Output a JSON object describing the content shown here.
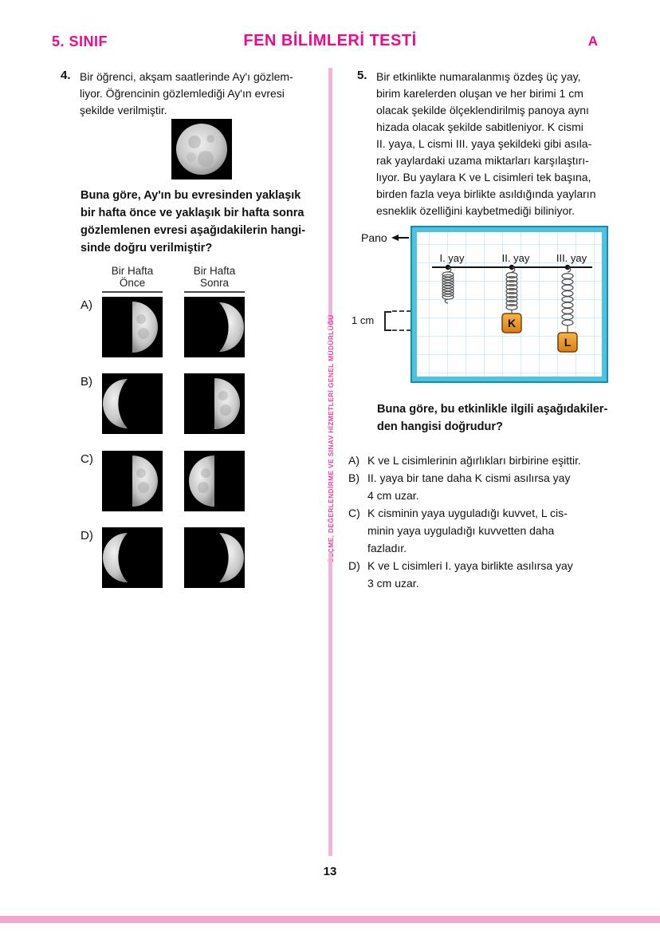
{
  "header": {
    "grade": "5. SINIF",
    "title": "FEN BİLİMLERİ TESTİ",
    "booklet": "A"
  },
  "banner": {
    "text": "ÖLÇME, DEĞERLENDİRME VE SINAV HİZMETLERİ GENEL MÜDÜRLÜĞÜ"
  },
  "footer": {
    "page_number": "13"
  },
  "q4": {
    "number": "4.",
    "text": "Bir öğrenci, akşam saatlerinde Ay'ı gözlem-\nliyor. Öğrencinin gözlemlediği Ay'ın evresi\nşekilde verilmiştir.",
    "given_phase": "full-moon",
    "question": "Buna göre, Ay'ın bu evresinden yaklaşık\nbir hafta önce ve yaklaşık bir hafta sonra\ngözlemlenen evresi aşağıdakilerin hangi-\nsinde doğru verilmiştir?",
    "col_before": "Bir Hafta\nÖnce",
    "col_after": "Bir Hafta\nSonra",
    "options": [
      {
        "label": "A)",
        "before": "first-quarter-lit-right",
        "after": "crescent-lit-right"
      },
      {
        "label": "B)",
        "before": "crescent-lit-left",
        "after": "first-quarter-lit-right"
      },
      {
        "label": "C)",
        "before": "first-quarter-lit-right",
        "after": "last-quarter-lit-left"
      },
      {
        "label": "D)",
        "before": "crescent-lit-left",
        "after": "crescent-lit-right"
      }
    ]
  },
  "q5": {
    "number": "5.",
    "text": "Bir etkinlikte numaralanmış özdeş üç yay,\nbirim karelerden oluşan ve her birimi 1 cm\nolacak şekilde ölçeklendirilmiş panoya aynı\nhizada olacak şekilde sabitleniyor. K cismi\nII. yaya, L cismi III. yaya şekildeki gibi asıla-\nrak yaylardaki uzama miktarları karşılaştırı-\nlıyor. Bu yaylara K ve L cisimleri tek başına,\nbirden fazla veya birlikte asıldığında yayların\nesneklik özelliğini kaybetmediği biliniyor.",
    "diagram": {
      "board_label": "Pano",
      "unit_label": "1 cm",
      "spring1_label": "I. yay",
      "spring2_label": "II. yay",
      "spring3_label": "III. yay",
      "object_k": "K",
      "object_l": "L"
    },
    "question": "Buna göre, bu etkinlikle ilgili aşağıdakiler-\nden hangisi doğrudur?",
    "options": [
      {
        "label": "A)",
        "text": "K ve L cisimlerinin ağırlıkları birbirine eşittir."
      },
      {
        "label": "B)",
        "text": "II. yaya bir tane daha K cismi asılırsa yay\n4 cm uzar."
      },
      {
        "label": "C)",
        "text": "K cisminin yaya uyguladığı kuvvet, L cis-\nminin yaya uyguladığı kuvvetten daha\nfazladır."
      },
      {
        "label": "D)",
        "text": "K ve L cisimleri I. yaya birlikte asılırsa yay\n3 cm uzar."
      }
    ]
  },
  "colors": {
    "accent_pink": "#ec0a8e",
    "divider_pink": "#f2b6d3",
    "panel_cyan": "#4cc3e0",
    "grid_blue": "#bfe0f0",
    "box_orange": "#e8941f"
  }
}
